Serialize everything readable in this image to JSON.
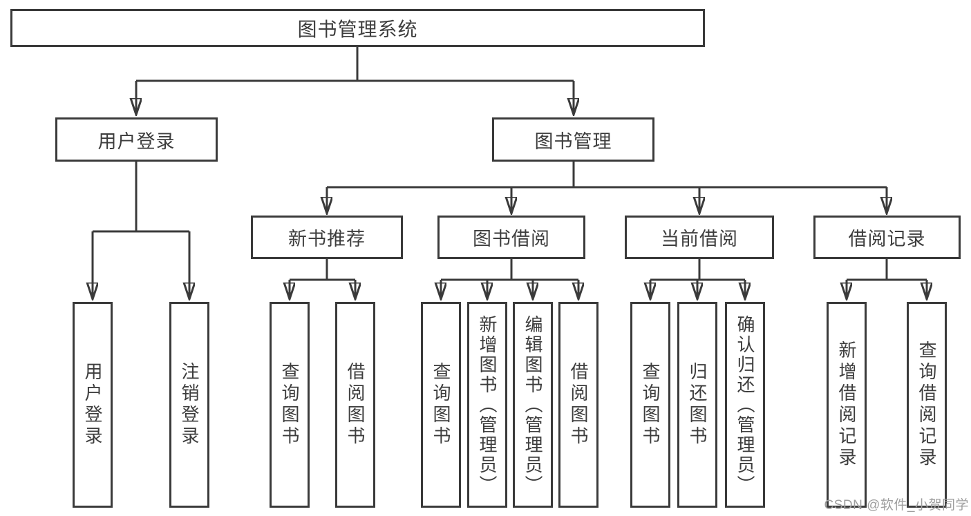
{
  "tree": {
    "root": {
      "label": "图书管理系统"
    },
    "branches": [
      {
        "label": "用户登录",
        "children": [
          {
            "label": "用户登录"
          },
          {
            "label": "注销登录"
          }
        ]
      },
      {
        "label": "图书管理",
        "children": [
          {
            "label": "新书推荐",
            "children": [
              {
                "label": "查询图书"
              },
              {
                "label": "借阅图书"
              }
            ]
          },
          {
            "label": "图书借阅",
            "children": [
              {
                "label": "查询图书"
              },
              {
                "label": "新增图书（管理员）"
              },
              {
                "label": "编辑图书（管理员）"
              },
              {
                "label": "借阅图书"
              }
            ]
          },
          {
            "label": "当前借阅",
            "children": [
              {
                "label": "查询图书"
              },
              {
                "label": "归还图书"
              },
              {
                "label": "确认归还（管理员）"
              }
            ]
          },
          {
            "label": "借阅记录",
            "children": [
              {
                "label": "新增借阅记录"
              },
              {
                "label": "查询借阅记录"
              }
            ]
          }
        ]
      }
    ]
  },
  "watermark": {
    "text": "CSDN @软件_小贺同学"
  },
  "colors": {
    "line": "#3a3a3a",
    "text": "#3d3d3d",
    "watermark": "#9e9e9e",
    "box_fill": "#ffffff",
    "bg": "#ffffff"
  }
}
